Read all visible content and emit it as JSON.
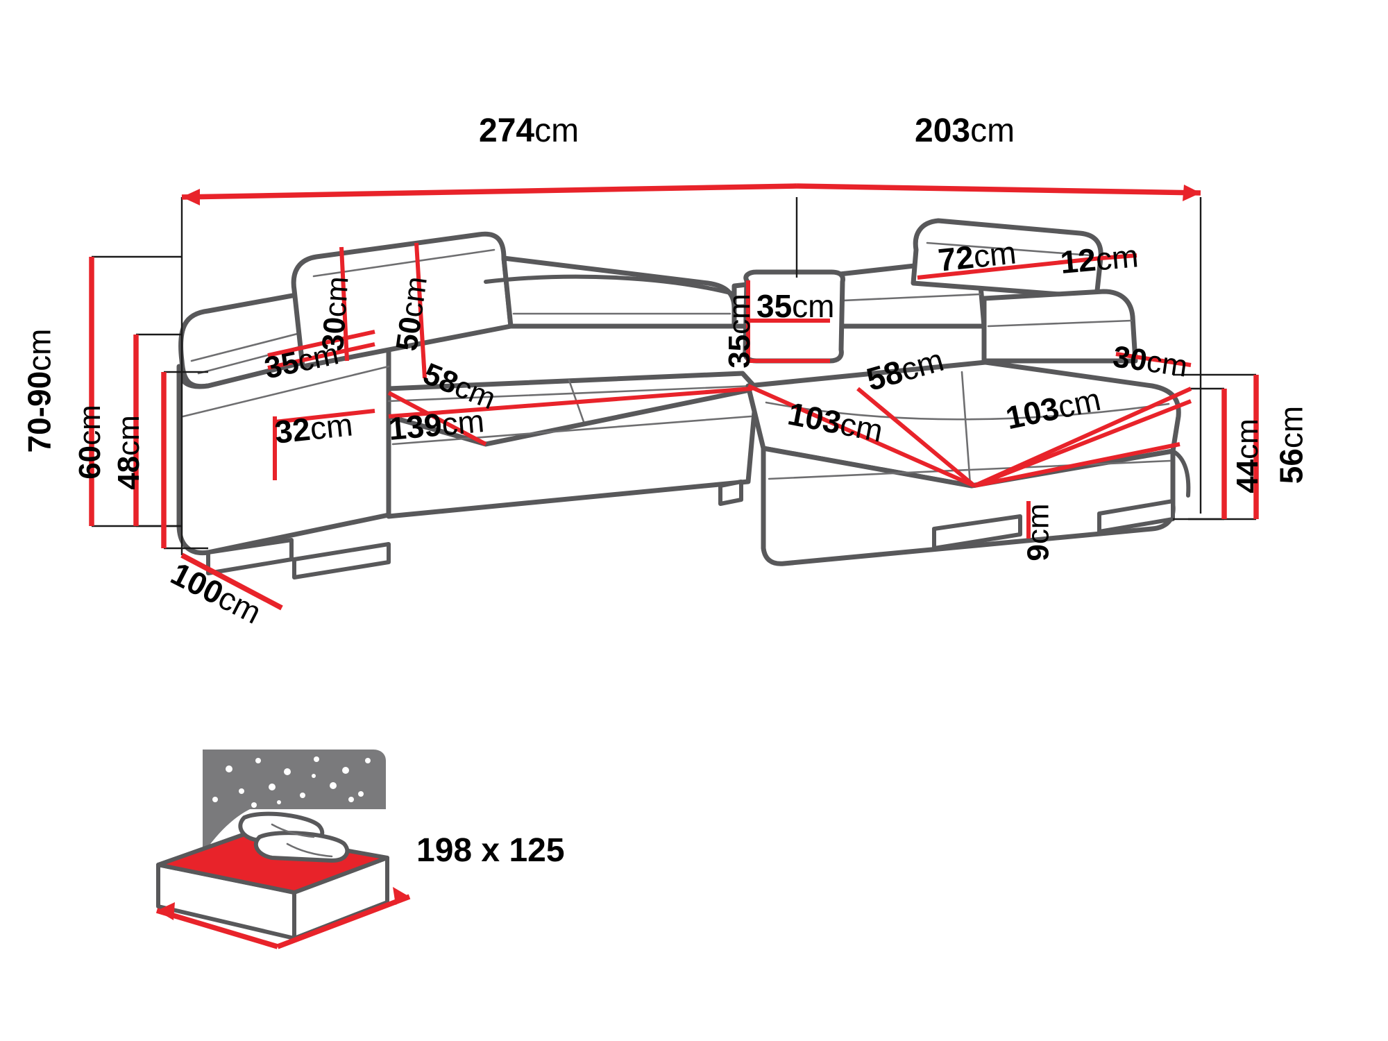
{
  "document": {
    "type": "furniture-dimension-diagram",
    "product": "corner-sofa-bed",
    "units": "cm",
    "accent_color": "#e8232a",
    "outline_color": "#58585a",
    "text_color": "#000000",
    "background": "#ffffff"
  },
  "dimensions": {
    "overall_width_left": {
      "value": "274",
      "unit": "cm"
    },
    "overall_width_right": {
      "value": "203",
      "unit": "cm"
    },
    "total_height": {
      "value": "70-90",
      "unit": "cm"
    },
    "back_height": {
      "value": "60",
      "unit": "cm"
    },
    "seat_height_outer": {
      "value": "48",
      "unit": "cm"
    },
    "headrest_depth": {
      "value": "30",
      "unit": "cm"
    },
    "backrest_height": {
      "value": "50",
      "unit": "cm"
    },
    "armrest_width": {
      "value": "35",
      "unit": "cm"
    },
    "armrest_height": {
      "value": "32",
      "unit": "cm"
    },
    "seat_length": {
      "value": "139",
      "unit": "cm"
    },
    "seat_depth_left": {
      "value": "58",
      "unit": "cm"
    },
    "sofa_depth": {
      "value": "100",
      "unit": "cm"
    },
    "corner_cushion_height": {
      "value": "35",
      "unit": "cm"
    },
    "corner_cushion_width": {
      "value": "35",
      "unit": "cm"
    },
    "right_headrest_width": {
      "value": "72",
      "unit": "cm"
    },
    "right_headrest_edge": {
      "value": "12",
      "unit": "cm"
    },
    "right_back_depth": {
      "value": "30",
      "unit": "cm"
    },
    "chaise_seat_depth": {
      "value": "58",
      "unit": "cm"
    },
    "chaise_width_front": {
      "value": "103",
      "unit": "cm"
    },
    "chaise_width_side": {
      "value": "103",
      "unit": "cm"
    },
    "leg_height": {
      "value": "9",
      "unit": "cm"
    },
    "chaise_seat_height": {
      "value": "44",
      "unit": "cm"
    },
    "chaise_total_height": {
      "value": "56",
      "unit": "cm"
    }
  },
  "sleeping_area": {
    "label": "198 x 125",
    "icon": "bed-with-stars-icon"
  }
}
